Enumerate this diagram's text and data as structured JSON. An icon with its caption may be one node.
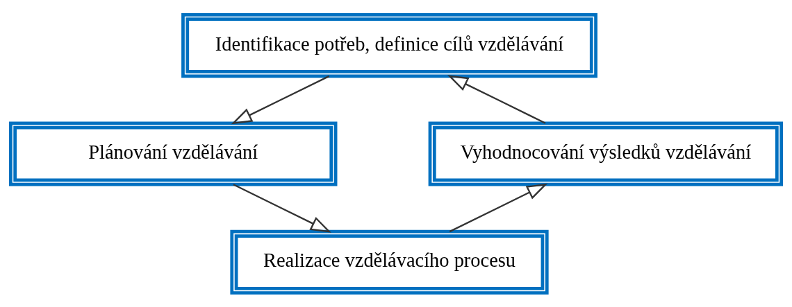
{
  "diagram": {
    "nodes": [
      {
        "text": [
          "Identifikace potřeb, definice cílů vzdělávání"
        ]
      },
      {
        "text": [
          "Vyhodnocování výsledků vzdělávání"
        ]
      },
      {
        "text": [
          "Plánování vzdělávání"
        ]
      },
      {
        "text": [
          "Realizace vzdělávacího procesu"
        ]
      }
    ],
    "edges": [
      {
        "from": 1,
        "to": 0,
        "arrow": "to"
      },
      {
        "from": 0,
        "to": 2,
        "arrow": "to"
      },
      {
        "from": 2,
        "to": 3,
        "arrow": "to"
      },
      {
        "from": 3,
        "to": 1,
        "arrow": "to"
      }
    ]
  }
}
